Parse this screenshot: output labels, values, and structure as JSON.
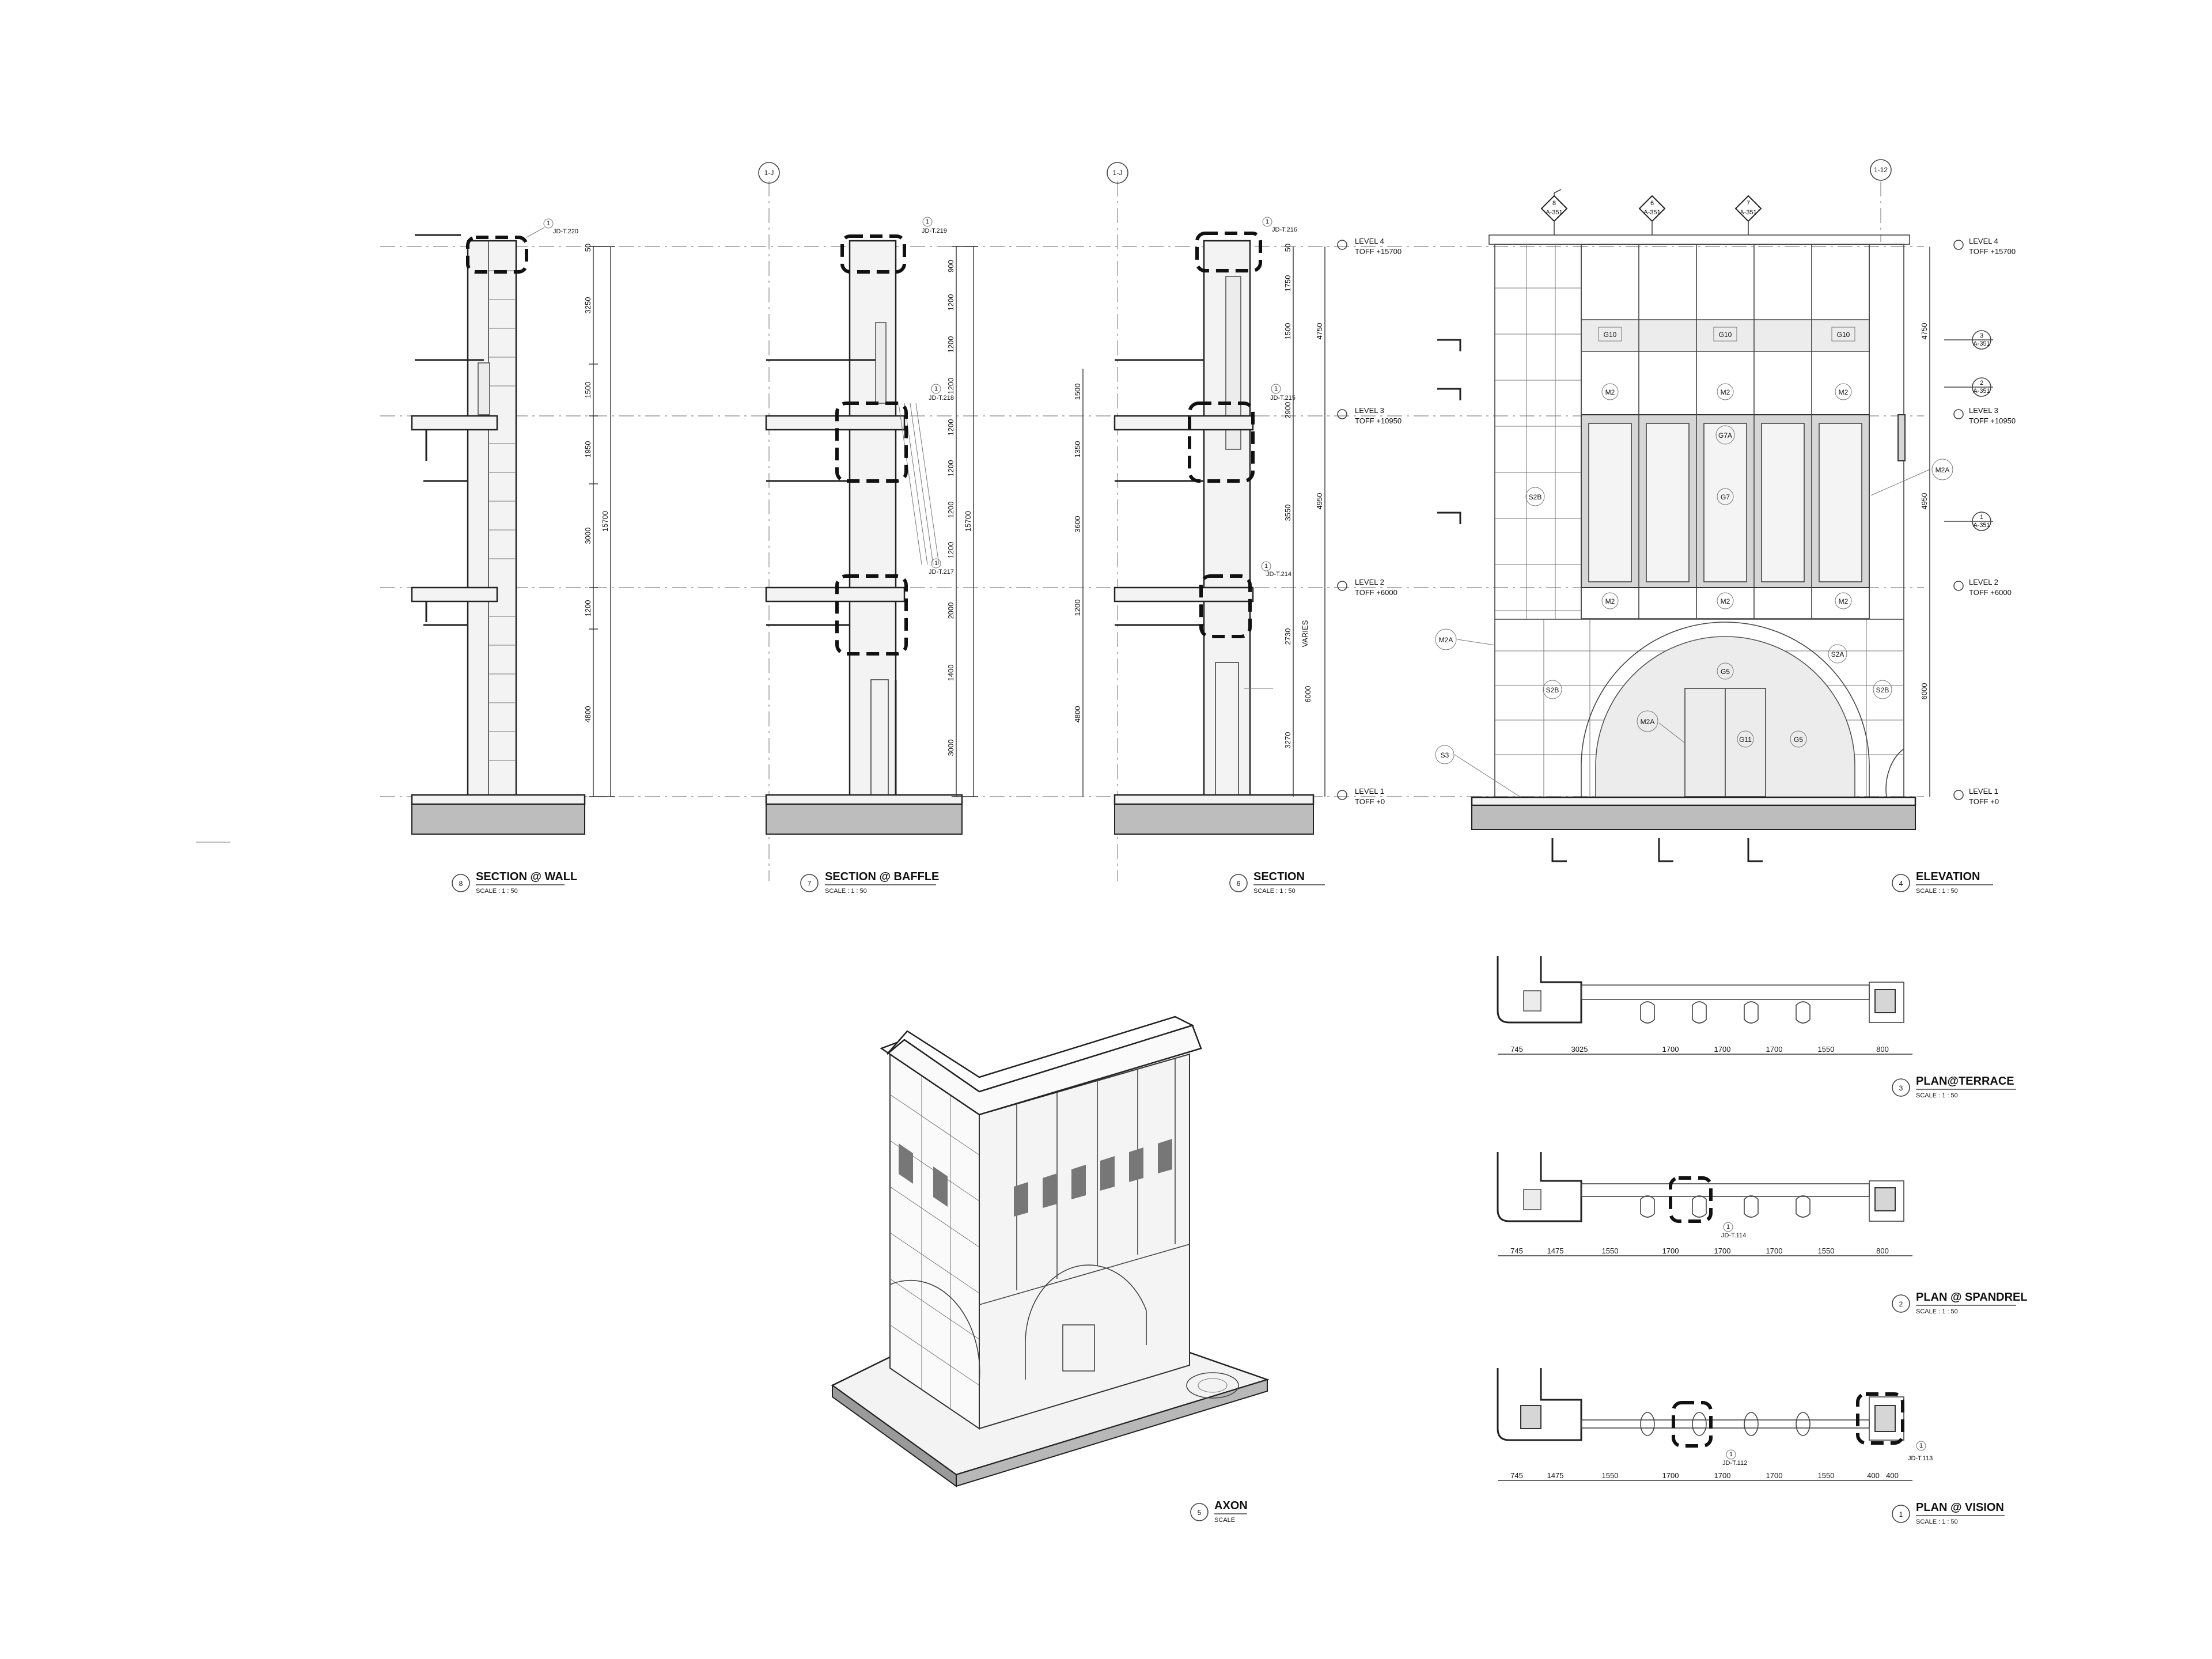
{
  "views": {
    "sec8": {
      "num": "8",
      "title": "SECTION @ WALL",
      "scale": "SCALE : 1 : 50"
    },
    "sec7": {
      "num": "7",
      "title": "SECTION @ BAFFLE",
      "scale": "SCALE : 1 : 50"
    },
    "sec6": {
      "num": "6",
      "title": "SECTION",
      "scale": "SCALE : 1 : 50"
    },
    "elev4": {
      "num": "4",
      "title": "ELEVATION",
      "scale": "SCALE : 1 : 50"
    },
    "axon5": {
      "num": "5",
      "title": "AXON",
      "scale": "SCALE"
    },
    "plan3": {
      "num": "3",
      "title": "PLAN@TERRACE",
      "scale": "SCALE : 1 : 50"
    },
    "plan2": {
      "num": "2",
      "title": "PLAN @ SPANDREL",
      "scale": "SCALE : 1 : 50"
    },
    "plan1": {
      "num": "1",
      "title": "PLAN @ VISION",
      "scale": "SCALE : 1 : 50"
    }
  },
  "grids": {
    "g1": "1-J",
    "g2": "1-J",
    "g3": "1-12"
  },
  "levels": [
    {
      "name": "LEVEL 4",
      "toff": "TOFF  +15700"
    },
    {
      "name": "LEVEL 3",
      "toff": "TOFF  +10950"
    },
    {
      "name": "LEVEL 2",
      "toff": "TOFF  +6000"
    },
    {
      "name": "LEVEL 1",
      "toff": "TOFF  +0"
    }
  ],
  "dims": {
    "s8": [
      "50",
      "3250",
      "1500",
      "1950",
      "3000",
      "1200",
      "4800"
    ],
    "s8_total": "15700",
    "s7": [
      "900",
      "1200",
      "1200",
      "1200",
      "1200",
      "1200",
      "1200",
      "1200",
      "2000",
      "1400",
      "3000"
    ],
    "s7_total": "15700",
    "s6_left": [
      "1500",
      "1350",
      "3600",
      "1200",
      "4800"
    ],
    "s6_mid": [
      "50",
      "1750",
      "1500",
      "2900",
      "3550",
      "2730",
      "VARIES",
      "6000",
      "3270"
    ],
    "s6_right": [
      "4750",
      "4950"
    ],
    "elev_right": [
      "4750",
      "4950",
      "6000"
    ],
    "plan3": [
      "745",
      "3025",
      "1700",
      "1700",
      "1700",
      "1550",
      "800"
    ],
    "plan2": [
      "745",
      "1475",
      "1550",
      "1700",
      "1700",
      "1700",
      "1550",
      "800"
    ],
    "plan1": [
      "745",
      "1475",
      "1550",
      "1700",
      "1700",
      "1700",
      "1550",
      "400",
      "400"
    ]
  },
  "callout_refs": {
    "top": [
      {
        "n": "8",
        "s": "A-351"
      },
      {
        "n": "6",
        "s": "A-351"
      },
      {
        "n": "7",
        "s": "A-351"
      }
    ],
    "right": [
      {
        "n": "3",
        "s": "A-351"
      },
      {
        "n": "2",
        "s": "A-351"
      },
      {
        "n": "1",
        "s": "A-351"
      }
    ],
    "detail_prefix": "1"
  },
  "material_tags": [
    "G10",
    "G10",
    "G10",
    "M2",
    "M2",
    "M2",
    "G7A",
    "G7",
    "S2B",
    "M2A",
    "M2",
    "M2",
    "M2",
    "M2A",
    "G5",
    "S2A",
    "S2B",
    "S2B",
    "M2A",
    "G11",
    "G5",
    "S3"
  ],
  "detail_refs": [
    "JD-T.220",
    "JD-T.219",
    "JD-T.218",
    "JD-T.217",
    "JD-T.216",
    "JD-T.215",
    "JD-T.214",
    "JD-T.114",
    "JD-T.112",
    "JD-T.113"
  ],
  "colors": {
    "ink": "#222222",
    "ground": "#bdbdbd",
    "glass": "#d6d6d6"
  }
}
